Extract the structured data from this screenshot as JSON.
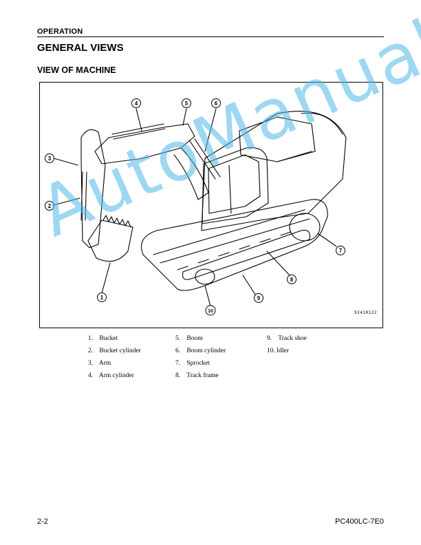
{
  "header": {
    "section": "OPERATION",
    "title": "GENERAL VIEWS",
    "subtitle": "VIEW OF MACHINE"
  },
  "figure": {
    "code": "9J410122",
    "callouts": [
      "1",
      "2",
      "3",
      "4",
      "5",
      "6",
      "7",
      "8",
      "9",
      "10"
    ]
  },
  "watermark": "AutoManual",
  "legend": {
    "col1": [
      {
        "num": "1.",
        "label": "Bucket"
      },
      {
        "num": "2.",
        "label": "Bucket cylinder"
      },
      {
        "num": "3.",
        "label": "Arm"
      },
      {
        "num": "4.",
        "label": "Arm cylinder"
      }
    ],
    "col2": [
      {
        "num": "5.",
        "label": "Boom"
      },
      {
        "num": "6.",
        "label": "Boom cylinder"
      },
      {
        "num": "7.",
        "label": "Sprocket"
      },
      {
        "num": "8.",
        "label": "Track frame"
      }
    ],
    "col3": [
      {
        "num": "9.",
        "label": "Track shoe"
      },
      {
        "num": "10.",
        "label": "Idler"
      }
    ]
  },
  "footer": {
    "page": "2-2",
    "model": "PC400LC-7E0"
  }
}
